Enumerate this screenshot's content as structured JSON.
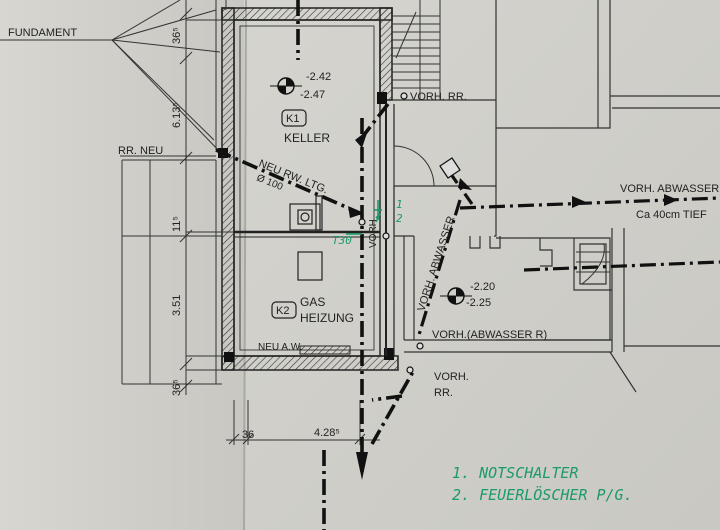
{
  "labels": {
    "fundament": "FUNDAMENT",
    "rr_neu": "RR. NEU",
    "vorh_rr_top": "VORH. RR.",
    "vorh_abwasser_top": "VORH. ABWASSER",
    "ca_tief": "Ca 40cm TIEF",
    "keller": "KELLER",
    "gas": "GAS",
    "heizung": "HEIZUNG",
    "neu_rw_ltg": "NEU RW. LTG.",
    "dn100": "Ø 100",
    "vorh_abwasser_diag": "VORH. ABWASSER",
    "vorh_abwasser_r": "VORH.(ABWASSER R)",
    "vorh_vertical": "VORH",
    "neu_aw": "NEU A.W.",
    "vorh_rr_bottom_1": "VORH.",
    "vorh_rr_bottom_2": "RR."
  },
  "room_tags": {
    "k1": "K1",
    "k2": "K2"
  },
  "levels": {
    "keller_top": "-2.42",
    "keller_bottom": "-2.47",
    "right_top": "-2.20",
    "right_bottom": "-2.25"
  },
  "dimensions": {
    "d365_top": "36⁵",
    "d6135": "6.13⁵",
    "d115": "11⁵",
    "d351": "3.51",
    "d365_bottom": "36⁵",
    "d36": "36",
    "d4285": "4.28⁵"
  },
  "annotations": {
    "green_t30": "T30",
    "green_1": "1",
    "green_2": "2",
    "note_1": "1. NOTSCHALTER",
    "note_2": "2. FEUERLÖSCHER P/G."
  }
}
